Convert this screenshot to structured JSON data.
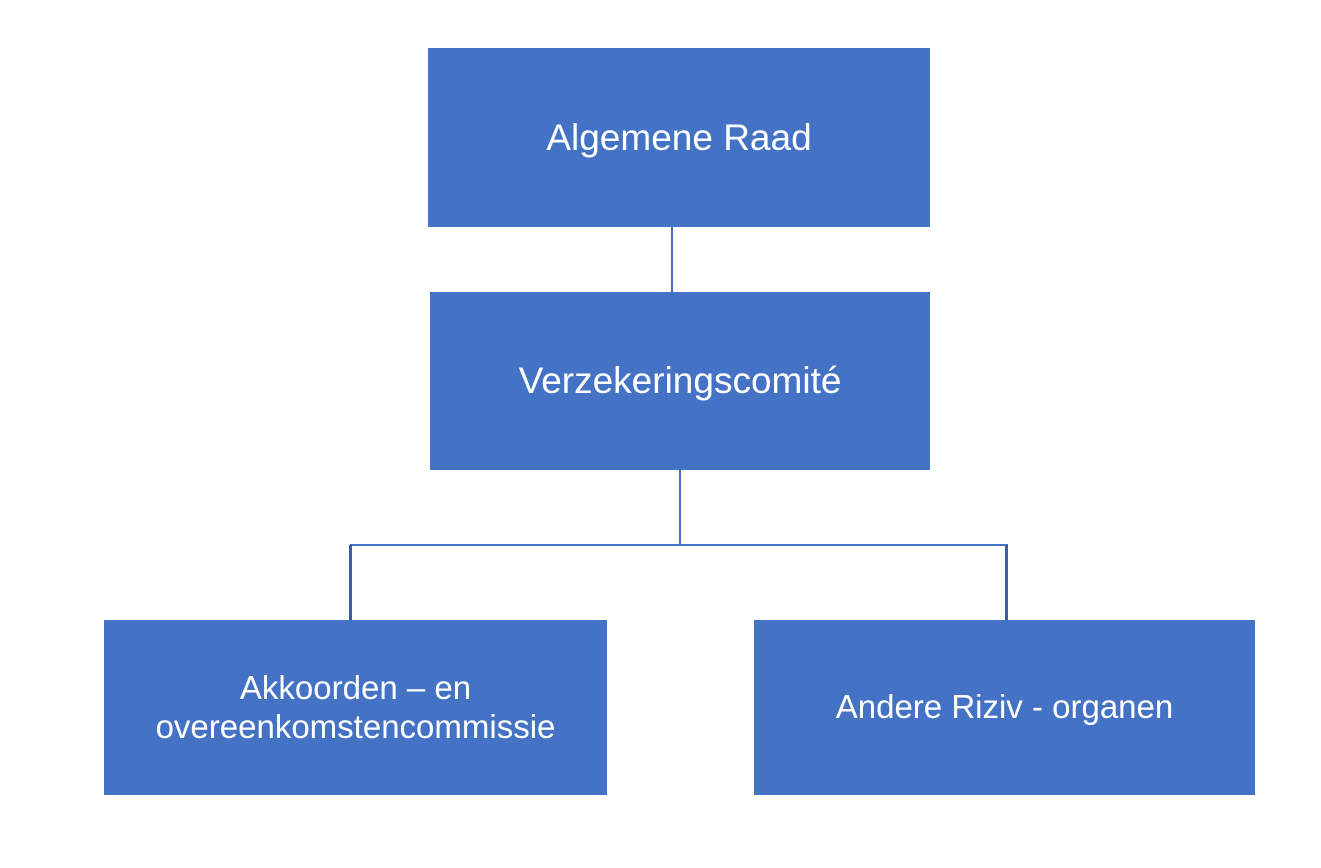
{
  "diagram": {
    "type": "organization-chart",
    "orientation": "top-down",
    "background_color": "#FFFFFF",
    "node_fill_color": "#4472C4",
    "node_text_color": "#FFFFFF",
    "connector_color": "#4472C4",
    "nodes": [
      {
        "id": "algemene-raad",
        "label": "Algemene Raad",
        "level": 0
      },
      {
        "id": "verzekeringscomite",
        "label": "Verzekeringscomité",
        "level": 1
      },
      {
        "id": "akkoorden",
        "label": "Akkoorden – en\novereenkomstencommissie",
        "level": 2
      },
      {
        "id": "andere-riziv",
        "label": "Andere Riziv - organen",
        "level": 2
      }
    ],
    "edges": [
      {
        "from": "algemene-raad",
        "to": "verzekeringscomite"
      },
      {
        "from": "verzekeringscomite",
        "to": "akkoorden"
      },
      {
        "from": "verzekeringscomite",
        "to": "andere-riziv"
      }
    ]
  }
}
